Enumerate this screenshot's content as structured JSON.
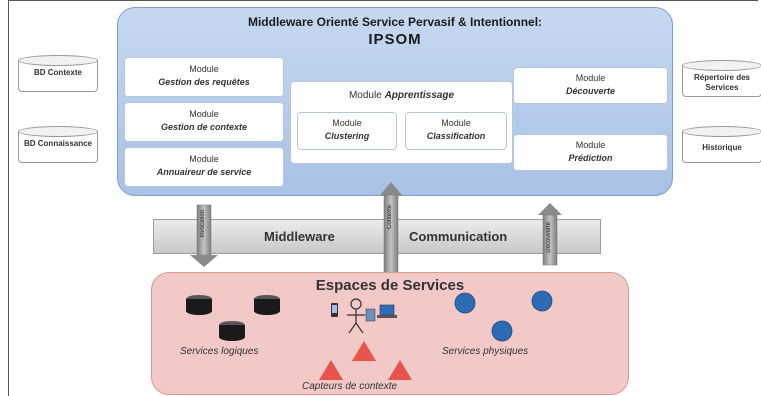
{
  "ipsom": {
    "title_line1": "Middleware Orienté Service Pervasif & Intentionnel:",
    "title_line2": "IPSOM",
    "modules": [
      {
        "prefix": "Module",
        "name": "Gestion des requêtes"
      },
      {
        "prefix": "Module",
        "name": "Gestion de contexte"
      },
      {
        "prefix": "Module",
        "name": "Annuaireur de service"
      },
      {
        "prefix": "Module",
        "name": "Découverte"
      },
      {
        "prefix": "Module",
        "name": "Prédiction"
      }
    ],
    "apprentissage": {
      "prefix": "Module",
      "name": "Apprentissage",
      "sub": [
        {
          "prefix": "Module",
          "name": "Clustering"
        },
        {
          "prefix": "Module",
          "name": "Classification"
        }
      ]
    }
  },
  "databases": {
    "left": [
      "BD Contexte",
      "BD Connaissance"
    ],
    "right": [
      "Répertoire des Services",
      "Historique"
    ]
  },
  "communication": {
    "left": "Middleware",
    "right": "Communication"
  },
  "arrow_labels": [
    "Invocation",
    "Contexte",
    "Découverte"
  ],
  "services_space": {
    "title": "Espaces de Services",
    "logical_label": "Services logiques",
    "physical_label": "Services physiques",
    "sensors_label": "Capteurs de contexte"
  },
  "colors": {
    "ipsom_bg": "#b5cbeb",
    "space_bg": "#f2c9c6",
    "logical_service": "#1a1a1a",
    "physical_service": "#2d6bb5",
    "sensor": "#e8544a"
  }
}
